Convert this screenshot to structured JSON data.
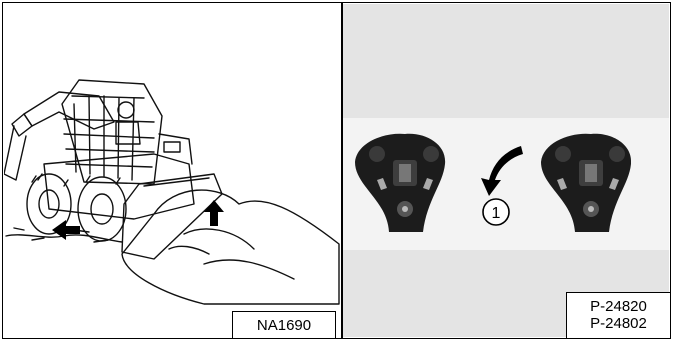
{
  "figure_left": {
    "caption": "NA1690"
  },
  "figure_right": {
    "callout_number": "1",
    "captions": [
      "P-24820",
      "P-24802"
    ]
  }
}
